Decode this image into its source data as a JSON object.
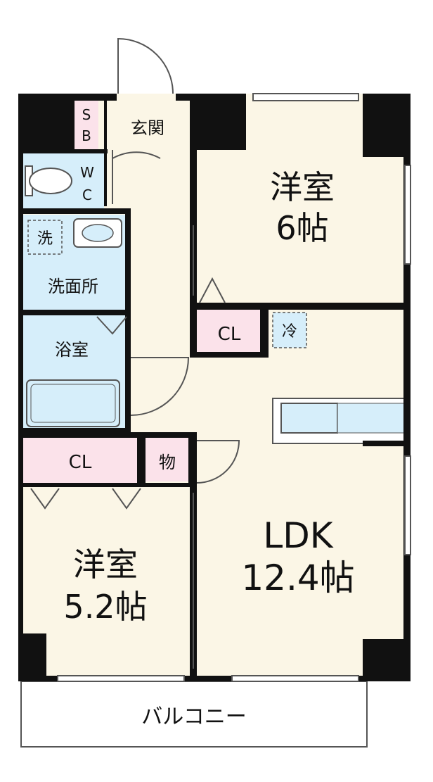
{
  "rooms": {
    "entrance": "玄関",
    "shoe_box": [
      "S",
      "B"
    ],
    "wc": [
      "W",
      "C"
    ],
    "washer": "洗",
    "washroom": "洗面所",
    "bath": "浴室",
    "western_room_1": {
      "name": "洋室",
      "size": "6帖"
    },
    "closet_1": "CL",
    "fridge": "冷",
    "storage": "物",
    "closet_2": "CL",
    "western_room_2": {
      "name": "洋室",
      "size": "5.2帖"
    },
    "ldk": {
      "name": "LDK",
      "size": "12.4帖"
    },
    "balcony": "バルコニー"
  },
  "colors": {
    "wall": "#111111",
    "floor": "#fbf6e6",
    "wet_area": "#d6eefa",
    "closet": "#fbe2ea",
    "outline": "#555555"
  }
}
